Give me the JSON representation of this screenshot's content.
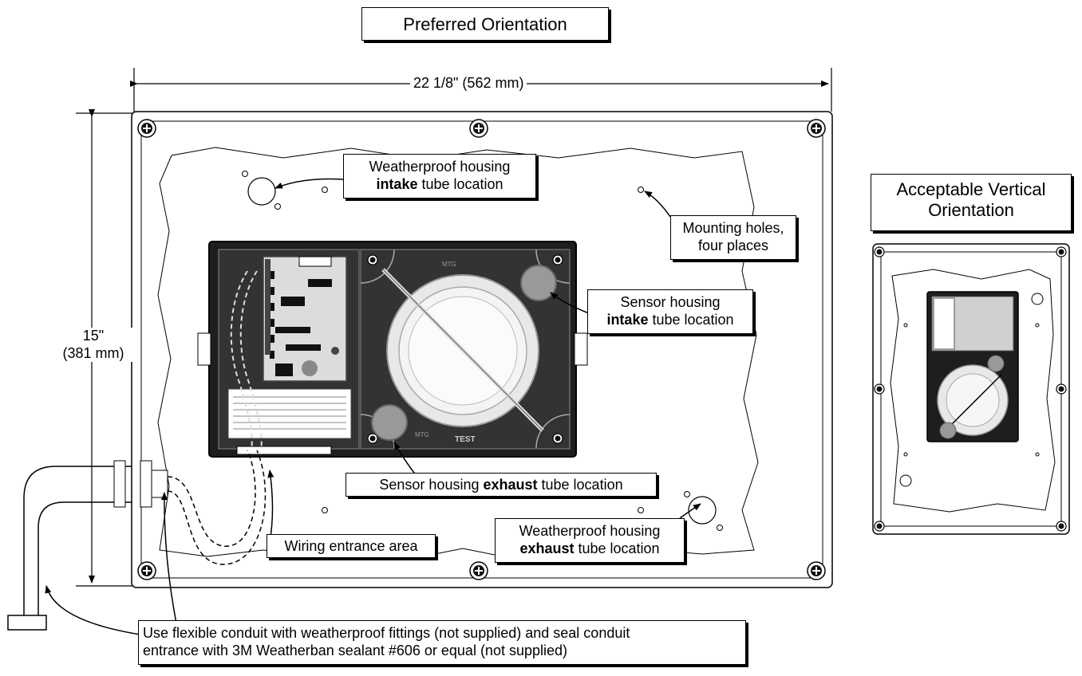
{
  "titles": {
    "preferred": "Preferred Orientation",
    "acceptable_line1": "Acceptable Vertical",
    "acceptable_line2": "Orientation"
  },
  "dimensions": {
    "width": "22 1/8\" (562 mm)",
    "height_line1": "15\"",
    "height_line2": "(381 mm)"
  },
  "callouts": {
    "wp_intake": {
      "line1": "Weatherproof housing",
      "bold": "intake",
      "rest": " tube location"
    },
    "mounting": {
      "line1": "Mounting holes,",
      "line2": "four places"
    },
    "sensor_intake": {
      "line1": "Sensor housing",
      "bold": "intake",
      "rest": " tube location"
    },
    "sensor_exhaust": {
      "pre": "Sensor housing ",
      "bold": "exhaust",
      "rest": " tube location"
    },
    "wp_exhaust": {
      "line1": "Weatherproof housing",
      "bold": "exhaust",
      "rest": " tube location"
    },
    "wiring": "Wiring entrance area",
    "conduit_line1": "Use flexible conduit with weatherproof fittings (not supplied) and seal conduit",
    "conduit_line2": "entrance with 3M Weatherban sealant #606 or equal (not supplied)"
  },
  "device_labels": {
    "test": "TEST",
    "mtg": "MTG"
  }
}
